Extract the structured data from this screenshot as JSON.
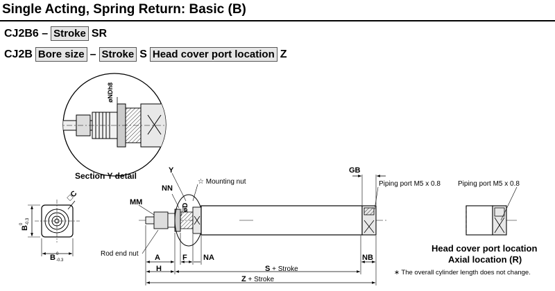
{
  "header": {
    "title": "Single Acting, Spring Return: Basic (B)"
  },
  "model_codes": {
    "line1": {
      "prefix": "CJ2B6 –",
      "box1": "Stroke",
      "suffix": "SR"
    },
    "line2": {
      "prefix": "CJ2B",
      "box1": "Bore size",
      "dash": "–",
      "box2": "Stroke",
      "mid": "S",
      "box3": "Head cover port location",
      "suffix": "Z"
    }
  },
  "detail": {
    "caption": "Section Y detail",
    "nd_label": "øNDh8"
  },
  "end_view": {
    "c_label": "□C",
    "b_label": "B",
    "b_tol_top": "0",
    "b_tol_bottom": "-0.3",
    "b_bottom_label": "B",
    "b_bottom_tol_top": "0",
    "b_bottom_tol_bottom": "-0.3"
  },
  "main_view": {
    "y_label": "Y",
    "nn_label": "NN",
    "mm_label": "MM",
    "d_label": "øD",
    "mounting_nut_label": "☆ Mounting nut",
    "rod_end_nut_label": "Rod end nut",
    "gb_label": "GB",
    "piping_port_label": "Piping port M5 x 0.8",
    "a_label": "A",
    "f_label": "F",
    "na_label": "NA",
    "h_label": "H",
    "s_label": "S",
    "s_suffix": " + Stroke",
    "z_label": "Z",
    "z_suffix": " + Stroke",
    "nb_label": "NB"
  },
  "axial_view": {
    "piping_port_label": "Piping port M5 x 0.8",
    "caption_line1": "Head cover port location",
    "caption_line2": "Axial location (R)",
    "note": "∗ The overall cylinder length does not change."
  }
}
